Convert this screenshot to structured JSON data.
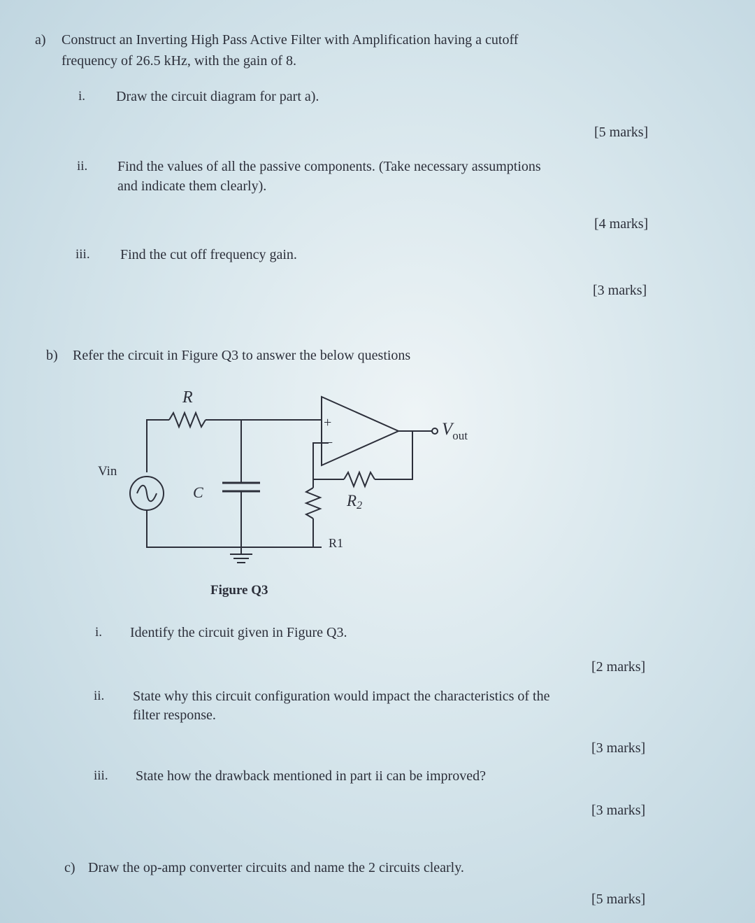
{
  "part_a": {
    "label": "a)",
    "line1": "Construct an Inverting High Pass Active Filter with Amplification having a cutoff",
    "line2": "frequency of 26.5 kHz, with the gain of 8.",
    "items": [
      {
        "num": "i.",
        "text": "Draw the circuit diagram for part a).",
        "marks": "[5 marks]"
      },
      {
        "num": "ii.",
        "text1": "Find the values of all the passive components. (Take necessary assumptions",
        "text2": "and indicate them clearly).",
        "marks": "[4 marks]"
      },
      {
        "num": "iii.",
        "text": "Find the cut off frequency gain.",
        "marks": "[3 marks]"
      }
    ]
  },
  "part_b": {
    "label": "b)",
    "intro": "Refer the circuit in Figure Q3 to answer the below questions",
    "figure": {
      "caption": "Figure Q3",
      "labels": {
        "r": "R",
        "c": "C",
        "vin": "Vin",
        "vout_v": "V",
        "vout_sub": "out",
        "r2_r": "R",
        "r2_sub": "2",
        "r1": "R1",
        "plus": "+",
        "minus": "−"
      }
    },
    "items": [
      {
        "num": "i.",
        "text": "Identify the circuit given in Figure Q3.",
        "marks": "[2 marks]"
      },
      {
        "num": "ii.",
        "text1": "State why this circuit configuration would impact the characteristics of the",
        "text2": "filter response.",
        "marks": "[3 marks]"
      },
      {
        "num": "iii.",
        "text": "State how the drawback mentioned in part ii can be improved?",
        "marks": "[3 marks]"
      }
    ]
  },
  "part_c": {
    "label": "c)",
    "text": "Draw the op-amp converter circuits and name the 2 circuits clearly.",
    "marks": "[5 marks]"
  }
}
